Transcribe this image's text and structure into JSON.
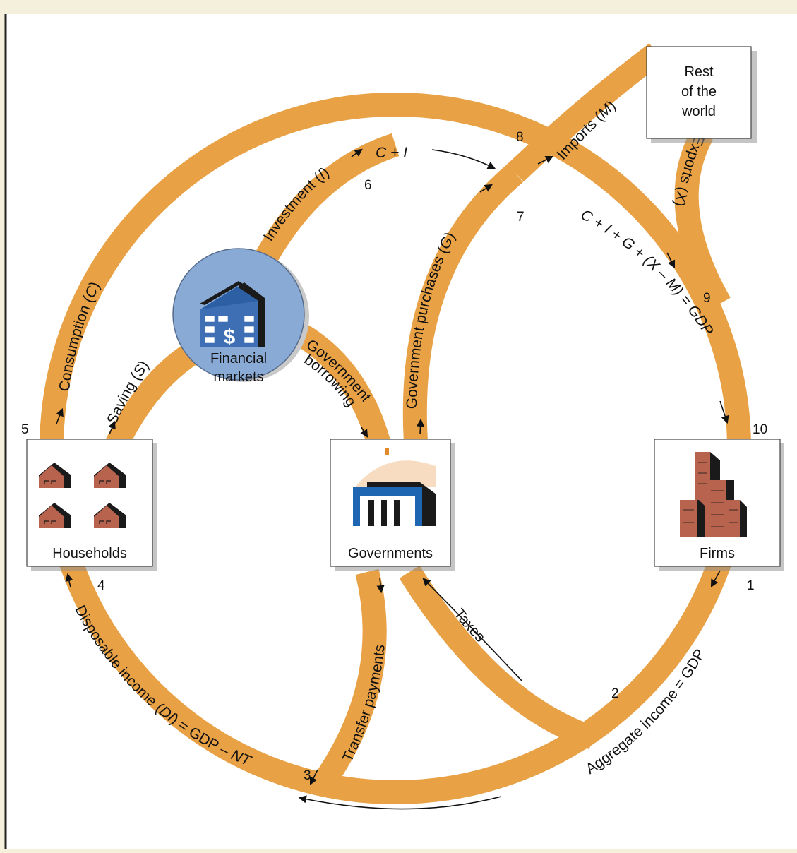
{
  "colors": {
    "band": "#e8a145",
    "page_bg": "#ffffff",
    "header_bg": "#f5f0dc",
    "financial_circle": "#8aaad6",
    "house_brick": "#b8634e",
    "gov_blue": "#1f66b2",
    "dome": "#f8dcc1"
  },
  "entities": {
    "rest_of_world": {
      "line1": "Rest",
      "line2": "of the",
      "line3": "world"
    },
    "financial": {
      "line1": "Financial",
      "line2": "markets"
    },
    "households": "Households",
    "governments": "Governments",
    "firms": "Firms"
  },
  "flows": {
    "consumption": {
      "text": "Consumption (",
      "var": "C",
      "close": ")"
    },
    "saving": {
      "text": "Saving (",
      "var": "S",
      "close": ")"
    },
    "investment": {
      "text": "Investment (",
      "var": "I",
      "close": ")"
    },
    "c_plus_i": "C + I",
    "imports": {
      "text": "Imports (",
      "var": "M",
      "close": ")"
    },
    "exports": {
      "text": "Exports (",
      "var": "X",
      "close": ")"
    },
    "gdp_identity": {
      "text": "C + I + G + (X – M) = GDP"
    },
    "gov_purchases": {
      "text": "Government purchases (",
      "var": "G",
      "close": ")"
    },
    "gov_borrowing": {
      "line1": "Government",
      "line2": "borrowing"
    },
    "transfers": "Transfer payments",
    "taxes": "Taxes",
    "aggregate_income": "Aggregate income = GDP",
    "disposable_income": {
      "text": "Disposable income (",
      "var": "DI",
      "close": ") = GDP – ",
      "var2": "NT"
    }
  },
  "numbers": [
    "1",
    "2",
    "3",
    "4",
    "5",
    "6",
    "7",
    "8",
    "9",
    "10"
  ],
  "icons": {
    "households": "house-icon",
    "financial": "bank-building-icon",
    "governments": "capitol-icon",
    "firms": "factory-buildings-icon"
  }
}
